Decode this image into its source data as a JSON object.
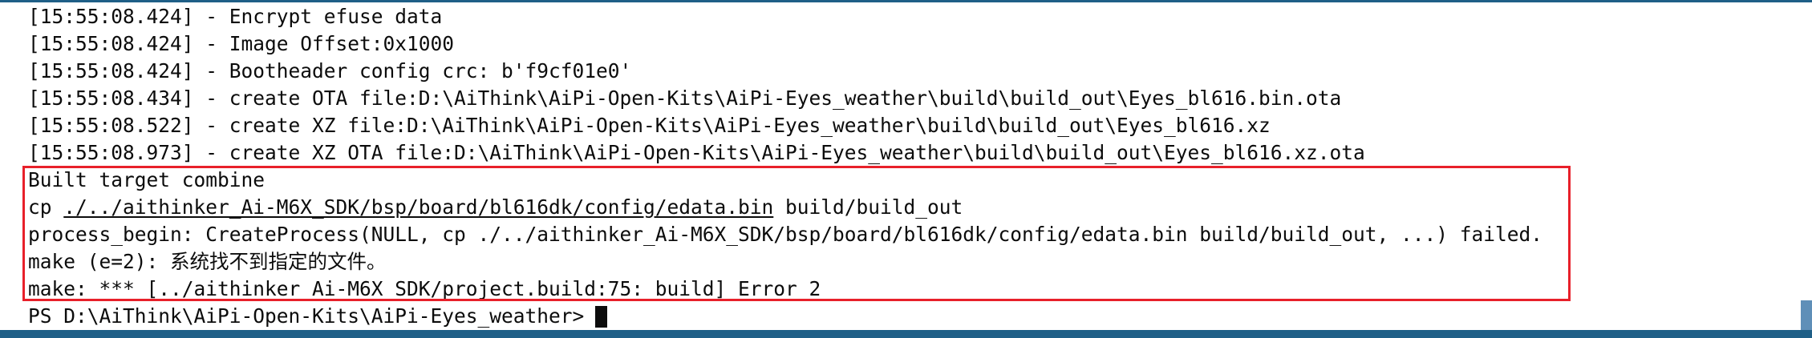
{
  "terminal": {
    "lines": [
      "[15:55:08.424] - Encrypt efuse data",
      "[15:55:08.424] - Image Offset:0x1000",
      "[15:55:08.424] - Bootheader config crc: b'f9cf01e0'",
      "[15:55:08.434] - create OTA file:D:\\AiThink\\AiPi-Open-Kits\\AiPi-Eyes_weather\\build\\build_out\\Eyes_bl616.bin.ota",
      "[15:55:08.522] - create XZ file:D:\\AiThink\\AiPi-Open-Kits\\AiPi-Eyes_weather\\build\\build_out\\Eyes_bl616.xz",
      "[15:55:08.973] - create XZ OTA file:D:\\AiThink\\AiPi-Open-Kits\\AiPi-Eyes_weather\\build\\build_out\\Eyes_bl616.xz.ota"
    ],
    "error_block": {
      "line1": "Built target combine",
      "line2_prefix": "cp ",
      "line2_path": "./../aithinker_Ai-M6X_SDK/bsp/board/bl616dk/config/edata.bin",
      "line2_suffix": " build/build_out",
      "line3": "process_begin: CreateProcess(NULL, cp ./../aithinker_Ai-M6X_SDK/bsp/board/bl616dk/config/edata.bin build/build_out, ...) failed.",
      "line4": "make (e=2): 系统找不到指定的文件。",
      "line5": "make: *** [../aithinker_Ai-M6X_SDK/project.build:75: build] Error 2"
    },
    "prompt": "PS D:\\AiThink\\AiPi-Open-Kits\\AiPi-Eyes_weather>"
  },
  "colors": {
    "background": "#ffffff",
    "text": "#0c0c0c",
    "highlight_border": "#e8202a",
    "window_border": "#1f5f87"
  }
}
